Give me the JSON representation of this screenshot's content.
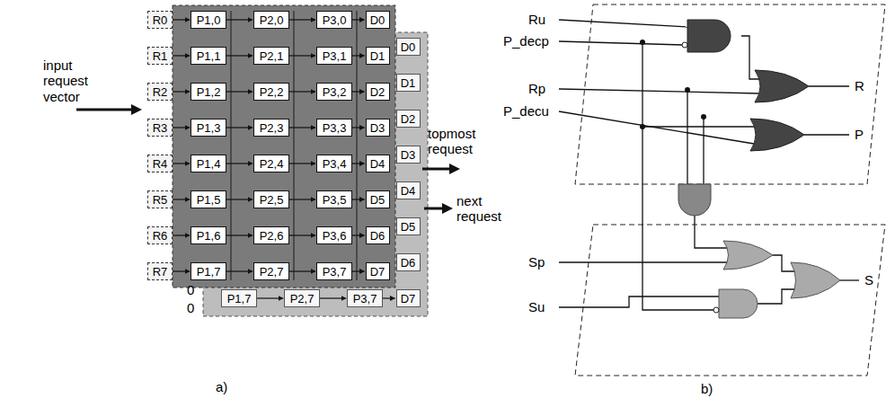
{
  "diagram": {
    "nodes": [
      {
        "text": [
          "R0"
        ]
      },
      {
        "text": [
          "P1,0"
        ]
      },
      {
        "text": [
          "P2,0"
        ]
      },
      {
        "text": [
          "P3,0"
        ]
      },
      {
        "text": [
          "D0"
        ]
      },
      {
        "text": [
          "R1"
        ]
      },
      {
        "text": [
          "P1,1"
        ]
      },
      {
        "text": [
          "P2,1"
        ]
      },
      {
        "text": [
          "P3,1"
        ]
      },
      {
        "text": [
          "D1"
        ]
      },
      {
        "text": [
          "R2"
        ]
      },
      {
        "text": [
          "P1,2"
        ]
      },
      {
        "text": [
          "P2,2"
        ]
      },
      {
        "text": [
          "P3,2"
        ]
      },
      {
        "text": [
          "D2"
        ]
      },
      {
        "text": [
          "R3"
        ]
      },
      {
        "text": [
          "P1,3"
        ]
      },
      {
        "text": [
          "P2,3"
        ]
      },
      {
        "text": [
          "P3,3"
        ]
      },
      {
        "text": [
          "D3"
        ]
      },
      {
        "text": [
          "R4"
        ]
      },
      {
        "text": [
          "P1,4"
        ]
      },
      {
        "text": [
          "P2,4"
        ]
      },
      {
        "text": [
          "P3,4"
        ]
      },
      {
        "text": [
          "D4"
        ]
      },
      {
        "text": [
          "R5"
        ]
      },
      {
        "text": [
          "P1,5"
        ]
      },
      {
        "text": [
          "P2,5"
        ]
      },
      {
        "text": [
          "P3,5"
        ]
      },
      {
        "text": [
          "D5"
        ]
      },
      {
        "text": [
          "R6"
        ]
      },
      {
        "text": [
          "P1,6"
        ]
      },
      {
        "text": [
          "P2,6"
        ]
      },
      {
        "text": [
          "P3,6"
        ]
      },
      {
        "text": [
          "D6"
        ]
      },
      {
        "text": [
          "R7"
        ]
      },
      {
        "text": [
          "P1,7"
        ]
      },
      {
        "text": [
          "P2,7"
        ]
      },
      {
        "text": [
          "P3,7"
        ]
      },
      {
        "text": [
          "D7"
        ]
      },
      {
        "text": [
          "D0"
        ]
      },
      {
        "text": [
          "D1"
        ]
      },
      {
        "text": [
          "D2"
        ]
      },
      {
        "text": [
          "D3"
        ]
      },
      {
        "text": [
          "D4"
        ]
      },
      {
        "text": [
          "D5"
        ]
      },
      {
        "text": [
          "D6"
        ]
      },
      {
        "text": [
          "P1,7"
        ]
      },
      {
        "text": [
          "P2,7"
        ]
      },
      {
        "text": [
          "P3,7"
        ]
      },
      {
        "text": [
          "D7"
        ]
      }
    ],
    "edges": [
      {
        "from": 0,
        "to": 1,
        "arrow": "to"
      },
      {
        "from": 1,
        "to": 2,
        "arrow": "to"
      },
      {
        "from": 2,
        "to": 3,
        "arrow": "to"
      },
      {
        "from": 3,
        "to": 4,
        "arrow": "to"
      },
      {
        "from": 5,
        "to": 6,
        "arrow": "to"
      },
      {
        "from": 6,
        "to": 7,
        "arrow": "to"
      },
      {
        "from": 7,
        "to": 8,
        "arrow": "to"
      },
      {
        "from": 8,
        "to": 9,
        "arrow": "to"
      },
      {
        "from": 10,
        "to": 11,
        "arrow": "to"
      },
      {
        "from": 11,
        "to": 12,
        "arrow": "to"
      },
      {
        "from": 12,
        "to": 13,
        "arrow": "to"
      },
      {
        "from": 13,
        "to": 14,
        "arrow": "to"
      },
      {
        "from": 15,
        "to": 16,
        "arrow": "to"
      },
      {
        "from": 16,
        "to": 17,
        "arrow": "to"
      },
      {
        "from": 17,
        "to": 18,
        "arrow": "to"
      },
      {
        "from": 18,
        "to": 19,
        "arrow": "to"
      },
      {
        "from": 20,
        "to": 21,
        "arrow": "to"
      },
      {
        "from": 21,
        "to": 22,
        "arrow": "to"
      },
      {
        "from": 22,
        "to": 23,
        "arrow": "to"
      },
      {
        "from": 23,
        "to": 24,
        "arrow": "to"
      },
      {
        "from": 25,
        "to": 26,
        "arrow": "to"
      },
      {
        "from": 26,
        "to": 27,
        "arrow": "to"
      },
      {
        "from": 27,
        "to": 28,
        "arrow": "to"
      },
      {
        "from": 28,
        "to": 29,
        "arrow": "to"
      },
      {
        "from": 30,
        "to": 31,
        "arrow": "to"
      },
      {
        "from": 31,
        "to": 32,
        "arrow": "to"
      },
      {
        "from": 32,
        "to": 33,
        "arrow": "to"
      },
      {
        "from": 33,
        "to": 34,
        "arrow": "to"
      },
      {
        "from": 35,
        "to": 36,
        "arrow": "to"
      },
      {
        "from": 36,
        "to": 37,
        "arrow": "to"
      },
      {
        "from": 37,
        "to": 38,
        "arrow": "to"
      },
      {
        "from": 38,
        "to": 39,
        "arrow": "to"
      },
      {
        "from": 47,
        "to": 48,
        "arrow": "to"
      },
      {
        "from": 48,
        "to": 49,
        "arrow": "to"
      },
      {
        "from": 49,
        "to": 50,
        "arrow": "to"
      }
    ],
    "labels": [
      "input request vector",
      "topmost request",
      "next request",
      "0",
      "0",
      "a)",
      "Ru",
      "P_decp",
      "Rp",
      "P_decu",
      "R",
      "P",
      "Sp",
      "Su",
      "S",
      "b)"
    ]
  }
}
